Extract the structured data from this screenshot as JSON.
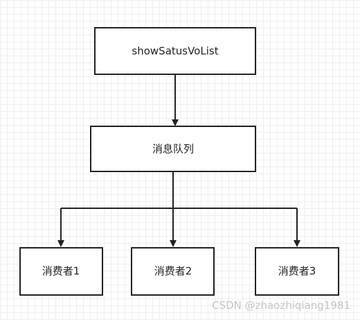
{
  "nodes": {
    "source": "showSatusVoList",
    "queue": "消息队列",
    "consumer1": "消费者1",
    "consumer2": "消费者2",
    "consumer3": "消费者3"
  },
  "watermark": "CSDN @zhaozhiqiang1981"
}
